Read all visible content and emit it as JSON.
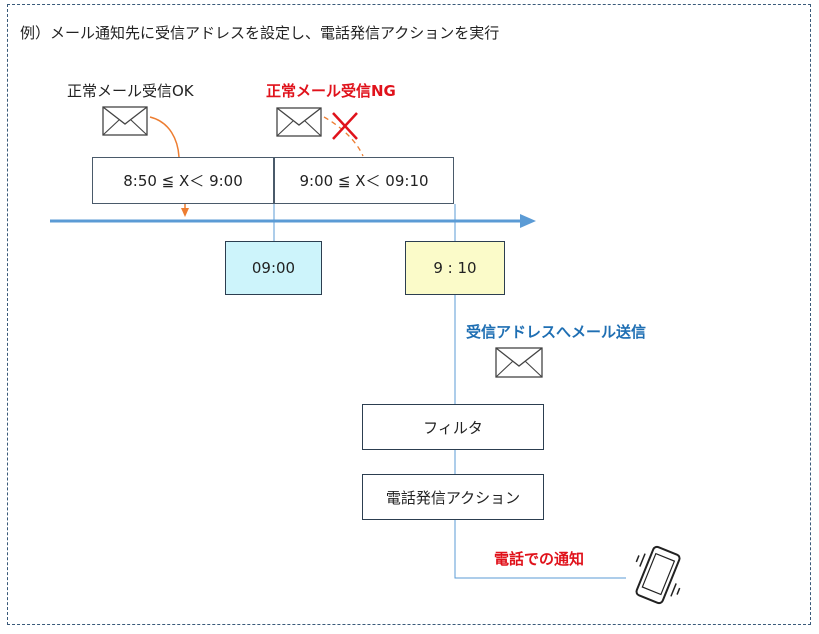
{
  "caption": "例）メール通知先に受信アドレスを設定し、電話発信アクションを実行",
  "labels": {
    "ok": "正常メール受信OK",
    "ng": "正常メール受信NG",
    "send": "受信アドレスへメール送信",
    "call": "電話での通知"
  },
  "ranges": {
    "first": "8:50 ≦ X＜ 9:00",
    "second": "9:00 ≦ X＜ 09:10"
  },
  "times": {
    "t1": "09:00",
    "t2": "9 : 10"
  },
  "steps": {
    "filter": "フィルタ",
    "action": "電話発信アクション"
  },
  "icons": {
    "mail": "envelope-icon",
    "cross": "cross-icon",
    "phone": "vibrating-phone-icon"
  },
  "colors": {
    "timeline": "#5b9bd5",
    "ok_arrow": "#ed7d31",
    "ng_text": "#e0121b",
    "send_text": "#1f6fb3",
    "slot1_fill": "#cdf4fb",
    "slot2_fill": "#fbfbc9"
  }
}
